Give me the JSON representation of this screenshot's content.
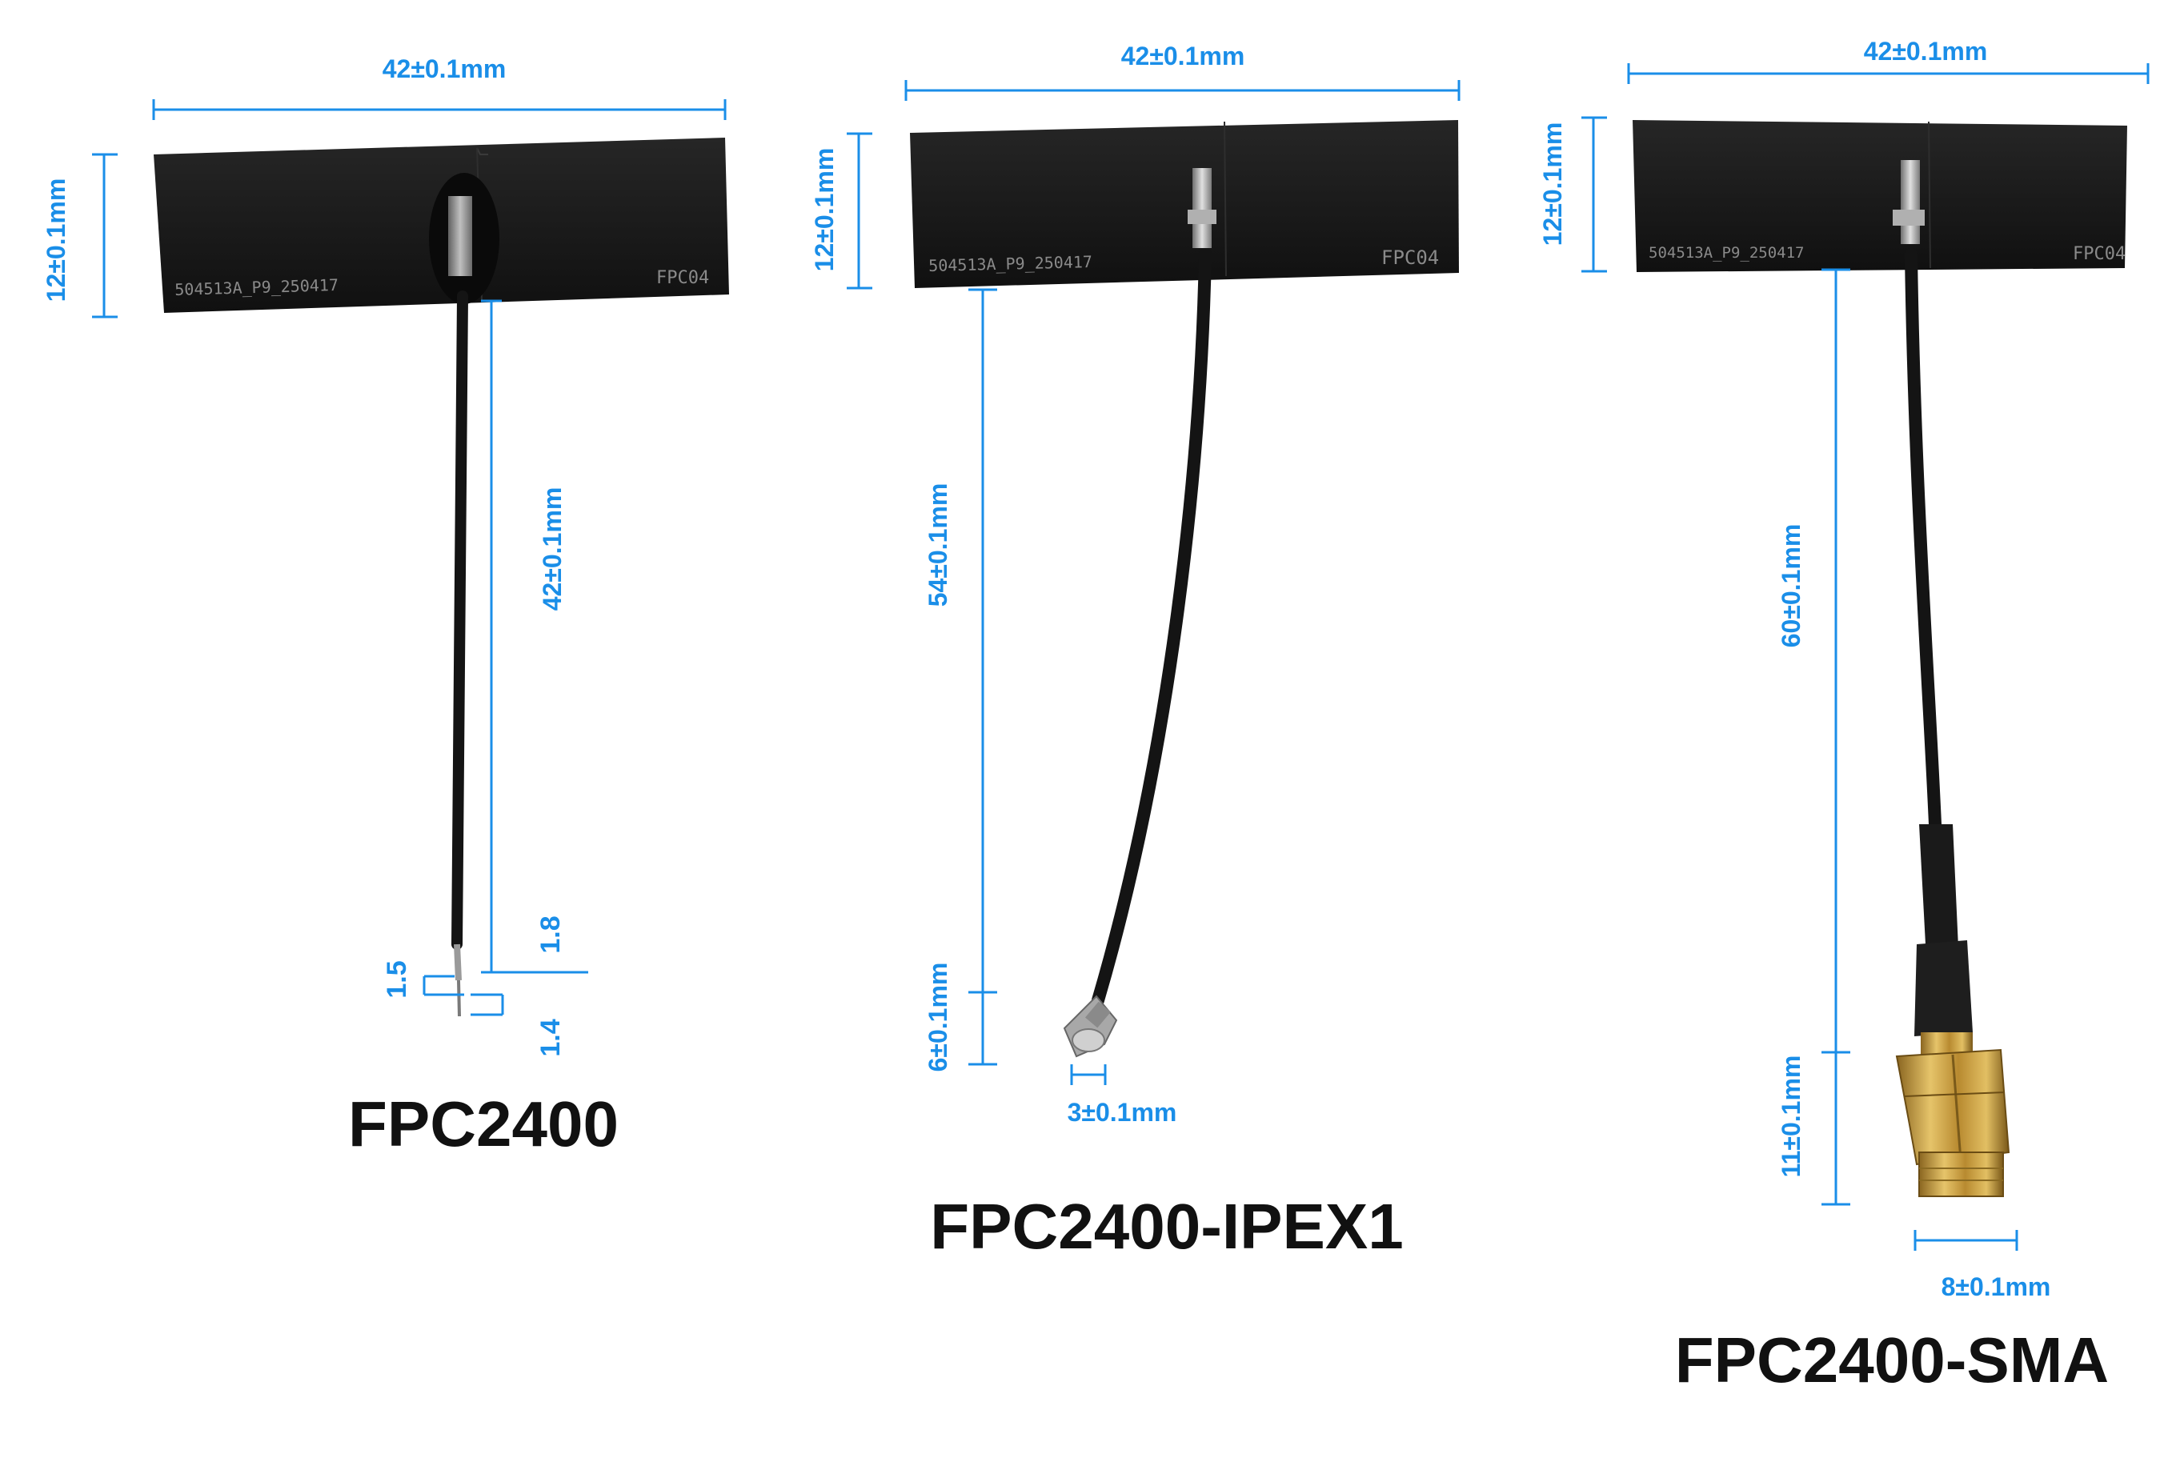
{
  "antennas": [
    {
      "model": "FPC2400",
      "pcb_marking": "504513A_P9_250417",
      "pcb_code": "FPC04",
      "dimensions": {
        "width": "42±0.1mm",
        "height": "12±0.1mm",
        "cable": "42±0.1mm",
        "strip": "1.8",
        "tin": "1.5",
        "tip": "1.4"
      }
    },
    {
      "model": "FPC2400-IPEX1",
      "pcb_marking": "504513A_P9_250417",
      "pcb_code": "FPC04",
      "dimensions": {
        "width": "42±0.1mm",
        "height": "12±0.1mm",
        "cable": "54±0.1mm",
        "connector_length": "6±0.1mm",
        "connector_width": "3±0.1mm"
      }
    },
    {
      "model": "FPC2400-SMA",
      "pcb_marking": "504513A_P9_250417",
      "pcb_code": "FPC04",
      "dimensions": {
        "width": "42±0.1mm",
        "height": "12±0.1mm",
        "cable": "60±0.1mm",
        "connector_length": "11±0.1mm",
        "connector_width": "8±0.1mm"
      }
    }
  ],
  "colors": {
    "dimension": "#1a8ee8",
    "pcb": "#161616",
    "cable": "#141414",
    "connector_gold": "#c9a24a"
  }
}
